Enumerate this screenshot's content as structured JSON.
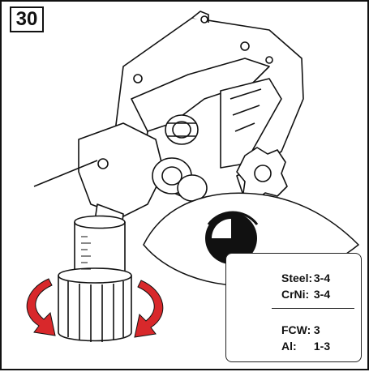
{
  "step": {
    "number": "30"
  },
  "settings": {
    "group1": [
      {
        "label": "Steel:",
        "value": "3-4",
        "roller_icon": "v-groove-roller-icon"
      },
      {
        "label": "CrNi:",
        "value": "3-4",
        "roller_icon": "v-groove-roller-icon"
      }
    ],
    "group2": [
      {
        "label": "FCW:",
        "value": "3",
        "roller_icon": "knurled-roller-icon"
      },
      {
        "label": "Al:",
        "value": "1-3",
        "roller_icon": "u-groove-roller-icon"
      }
    ]
  },
  "colors": {
    "arrow": "#d8282b",
    "line": "#111111",
    "eye": "#111111"
  },
  "icons": [
    "eye-icon",
    "rotation-arrow-icon",
    "tension-knob-icon",
    "scale-icon"
  ]
}
